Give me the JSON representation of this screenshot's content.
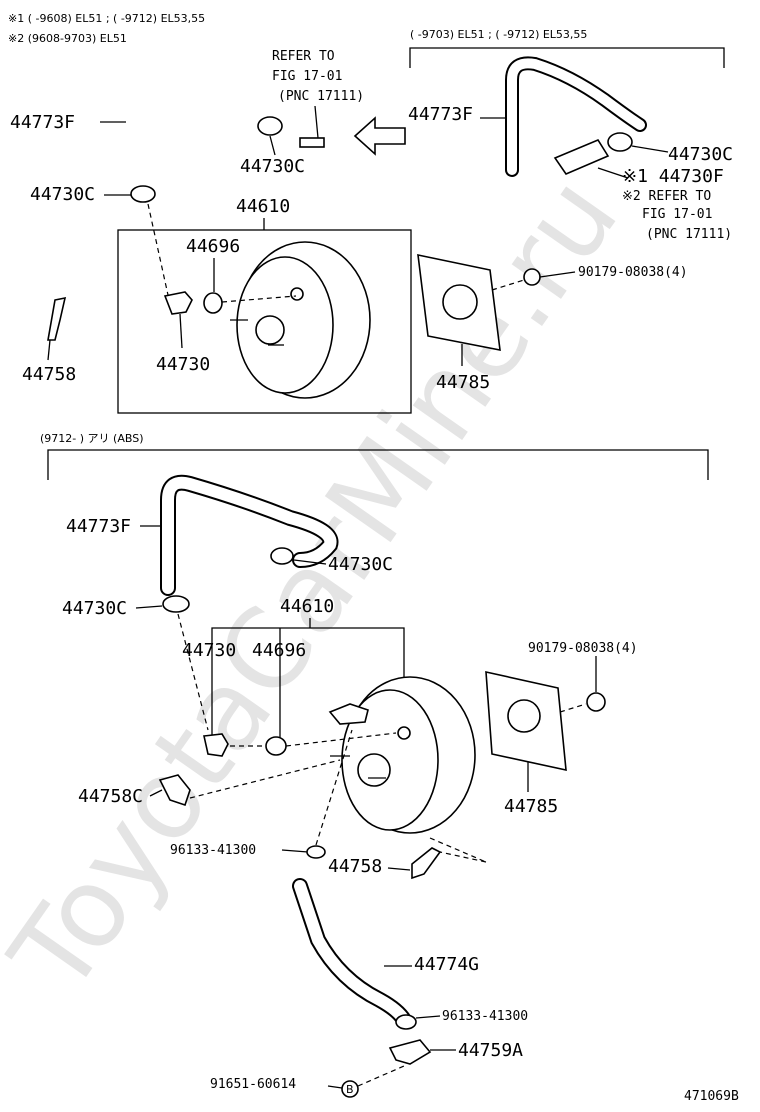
{
  "notes": {
    "top_left_1": "※1 (      -9608) EL51 ; (        -9712) EL53,55",
    "top_left_2": "※2 (9608-9703) EL51",
    "top_right": "(       -9703) EL51 ; (        -9712) EL53,55",
    "refer_left_1": "REFER TO",
    "refer_left_2": "FIG 17-01",
    "refer_left_3": "(PNC 17111)",
    "refer_right_1": "※2 REFER TO",
    "refer_right_2": "FIG 17-01",
    "refer_right_3": "(PNC 17111)",
    "section_bottom": "(9712-         ) アリ (ABS)"
  },
  "top": {
    "hose_left": "44773F",
    "clamp_a": "44730C",
    "clamp_b": "44730C",
    "booster": "44610",
    "grommet": "44696",
    "check_valve": "44730",
    "bracket": "44758",
    "gasket": "44785",
    "nut": "90179-08038(4)",
    "hose_right": "44773F",
    "clamp_right": "44730C",
    "pipe_right": "※1 44730F"
  },
  "bottom": {
    "hose": "44773F",
    "clamp_upper": "44730C",
    "clamp_left": "44730C",
    "booster": "44610",
    "check_valve": "44730",
    "grommet": "44696",
    "nut": "90179-08038(4)",
    "bracket_c": "44758C",
    "gasket": "44785",
    "clip_a": "96133-41300",
    "bracket": "44758",
    "hose_g": "44774G",
    "clip_b": "96133-41300",
    "pipe_a": "44759A",
    "bolt": "91651-60614",
    "bolt_ref": "B"
  },
  "watermark": "ToyotaCarMine.ru",
  "diagram_id": "471069B"
}
